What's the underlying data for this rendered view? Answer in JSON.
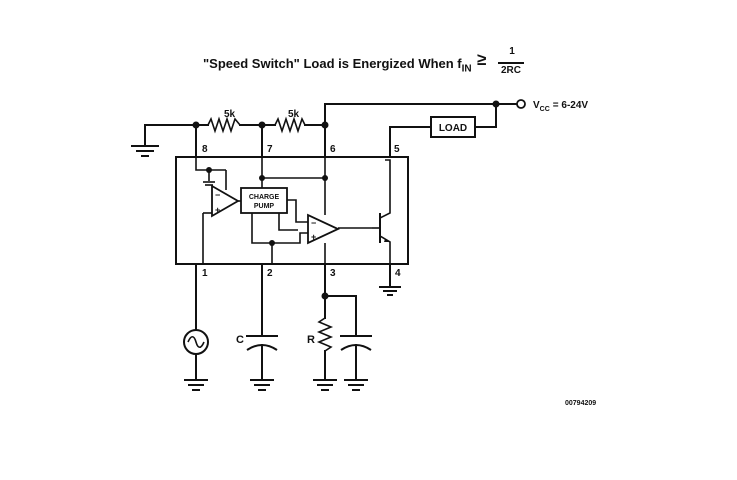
{
  "title": {
    "main": "\"Speed Switch\" Load is Energized When f",
    "sub": "IN",
    "op": "≥",
    "num": "1",
    "den": "2RC"
  },
  "labels": {
    "r1": "5k",
    "r2": "5k",
    "vcc": "V",
    "vcc_sub": "CC",
    "vcc_val": "= 6-24V",
    "load": "LOAD",
    "charge1": "CHARGE",
    "charge2": "PUMP",
    "c": "C",
    "r": "R",
    "code": "00794209"
  },
  "pins": [
    "8",
    "7",
    "6",
    "5",
    "1",
    "2",
    "3",
    "4"
  ]
}
